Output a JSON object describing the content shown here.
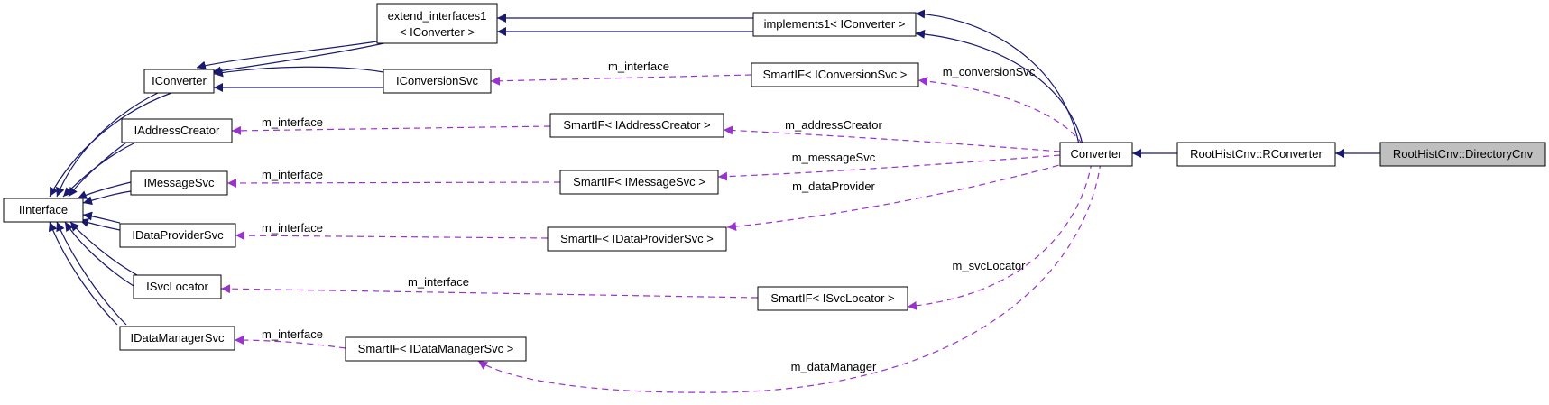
{
  "colors": {
    "inheritance": "#191970",
    "usage": "#9a32cd",
    "node_border": "#000000",
    "node_fill": "#ffffff",
    "highlight_fill": "#bfbfbf"
  },
  "nodes": {
    "directory_cnv": "RootHistCnv::DirectoryCnv",
    "rconverter": "RootHistCnv::RConverter",
    "converter": "Converter",
    "implements1": "implements1< IConverter >",
    "extend_interfaces1_line1": "extend_interfaces1",
    "extend_interfaces1_line2": "< IConverter >",
    "iconverter": "IConverter",
    "iconversionsvc": "IConversionSvc",
    "iinterface": "IInterface",
    "iaddresscreator": "IAddressCreator",
    "imessagesvc": "IMessageSvc",
    "idataprovidersvc": "IDataProviderSvc",
    "isvclocator": "ISvcLocator",
    "idatamanagersvc": "IDataManagerSvc",
    "smartif_iconversionsvc": "SmartIF< IConversionSvc >",
    "smartif_iaddresscreator": "SmartIF< IAddressCreator >",
    "smartif_imessagesvc": "SmartIF< IMessageSvc >",
    "smartif_idataprovidersvc": "SmartIF< IDataProviderSvc >",
    "smartif_isvclocator": "SmartIF< ISvcLocator >",
    "smartif_idatamanagersvc": "SmartIF< IDataManagerSvc >"
  },
  "edge_labels": {
    "m_interface_conversion": "m_interface",
    "m_interface_address": "m_interface",
    "m_interface_message": "m_interface",
    "m_interface_dataprovider": "m_interface",
    "m_interface_svclocator": "m_interface",
    "m_interface_datamanager": "m_interface",
    "m_conversion_svc": "m_conversionSvc",
    "m_address_creator": "m_addressCreator",
    "m_message_svc": "m_messageSvc",
    "m_data_provider": "m_dataProvider",
    "m_svc_locator": "m_svcLocator",
    "m_data_manager": "m_dataManager"
  }
}
